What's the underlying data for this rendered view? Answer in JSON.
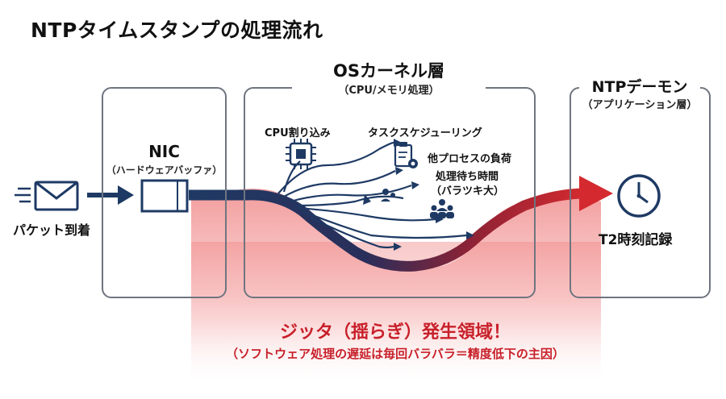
{
  "title": "NTPタイムスタンプの処理流れ",
  "packet": {
    "label": "パケット到着",
    "icon": "envelope-icon"
  },
  "nic": {
    "title": "NIC",
    "subtitle": "（ハードウェアバッファ）"
  },
  "os": {
    "title": "OSカーネル層",
    "subtitle": "（CPU/メモリ処理）",
    "events": {
      "cpu_interrupt": "CPU割り込み",
      "task_scheduling": "タスクスケジューリング",
      "other_process_load": "他プロセスの負荷",
      "wait_time_line1": "処理待ち時間",
      "wait_time_line2": "（バラツキ大）"
    }
  },
  "ntp": {
    "title": "NTPデーモン",
    "subtitle": "（アプリケーション層）",
    "record_label": "T2時刻記録",
    "icon": "clock-icon"
  },
  "jitter": {
    "title": "ジッタ（揺らぎ）発生領域！",
    "subtitle": "（ソフトウェア処理の遅延は毎回バラバラ＝精度低下の主因）"
  },
  "colors": {
    "navy": "#1e3a64",
    "red": "#d42a2f",
    "box_border": "#6f7580",
    "jitter_text": "#c8202a"
  }
}
